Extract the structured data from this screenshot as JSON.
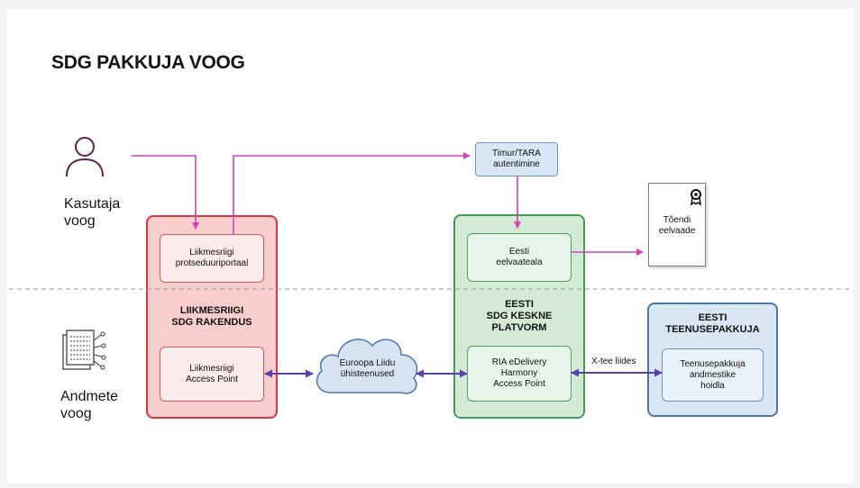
{
  "title": "SDG PAKKUJA VOOG",
  "flows": {
    "user": "Kasutaja\nvoog",
    "data": "Andmete\nvoog"
  },
  "member_state": {
    "title": "LIIKMESRIIGI\nSDG RAKENDUS",
    "portal": "Liikmesriigi\nprotseduuriportaal",
    "access_point": "Liikmesriigi\nAccess Point"
  },
  "cloud": {
    "label": "Euroopa Liidu\nühisteenused"
  },
  "tara": {
    "label": "Timur/TARA\nautentimine"
  },
  "estonia": {
    "title": "EESTI\nSDG KESKNE\nPLATVORM",
    "preview_area": "Eesti\neelvaateala",
    "access_point": "RIA eDelivery\nHarmony\nAccess Point"
  },
  "certificate": {
    "label": "Tõendi\neelvaade"
  },
  "provider": {
    "title": "EESTI\nTEENUSEPAKKUJA",
    "store": "Teenusepakkuja\nandmestike\nhoidla"
  },
  "link_label": "X-tee liides",
  "colors": {
    "user_flow": "#d23fb8",
    "data_flow": "#5a3fb0",
    "member_state": "#d63a3a",
    "estonia": "#3f9e55",
    "provider": "#4a78a8"
  },
  "icons": [
    "person-icon",
    "certificate-seal-icon",
    "data-document-icon",
    "cloud-icon"
  ]
}
